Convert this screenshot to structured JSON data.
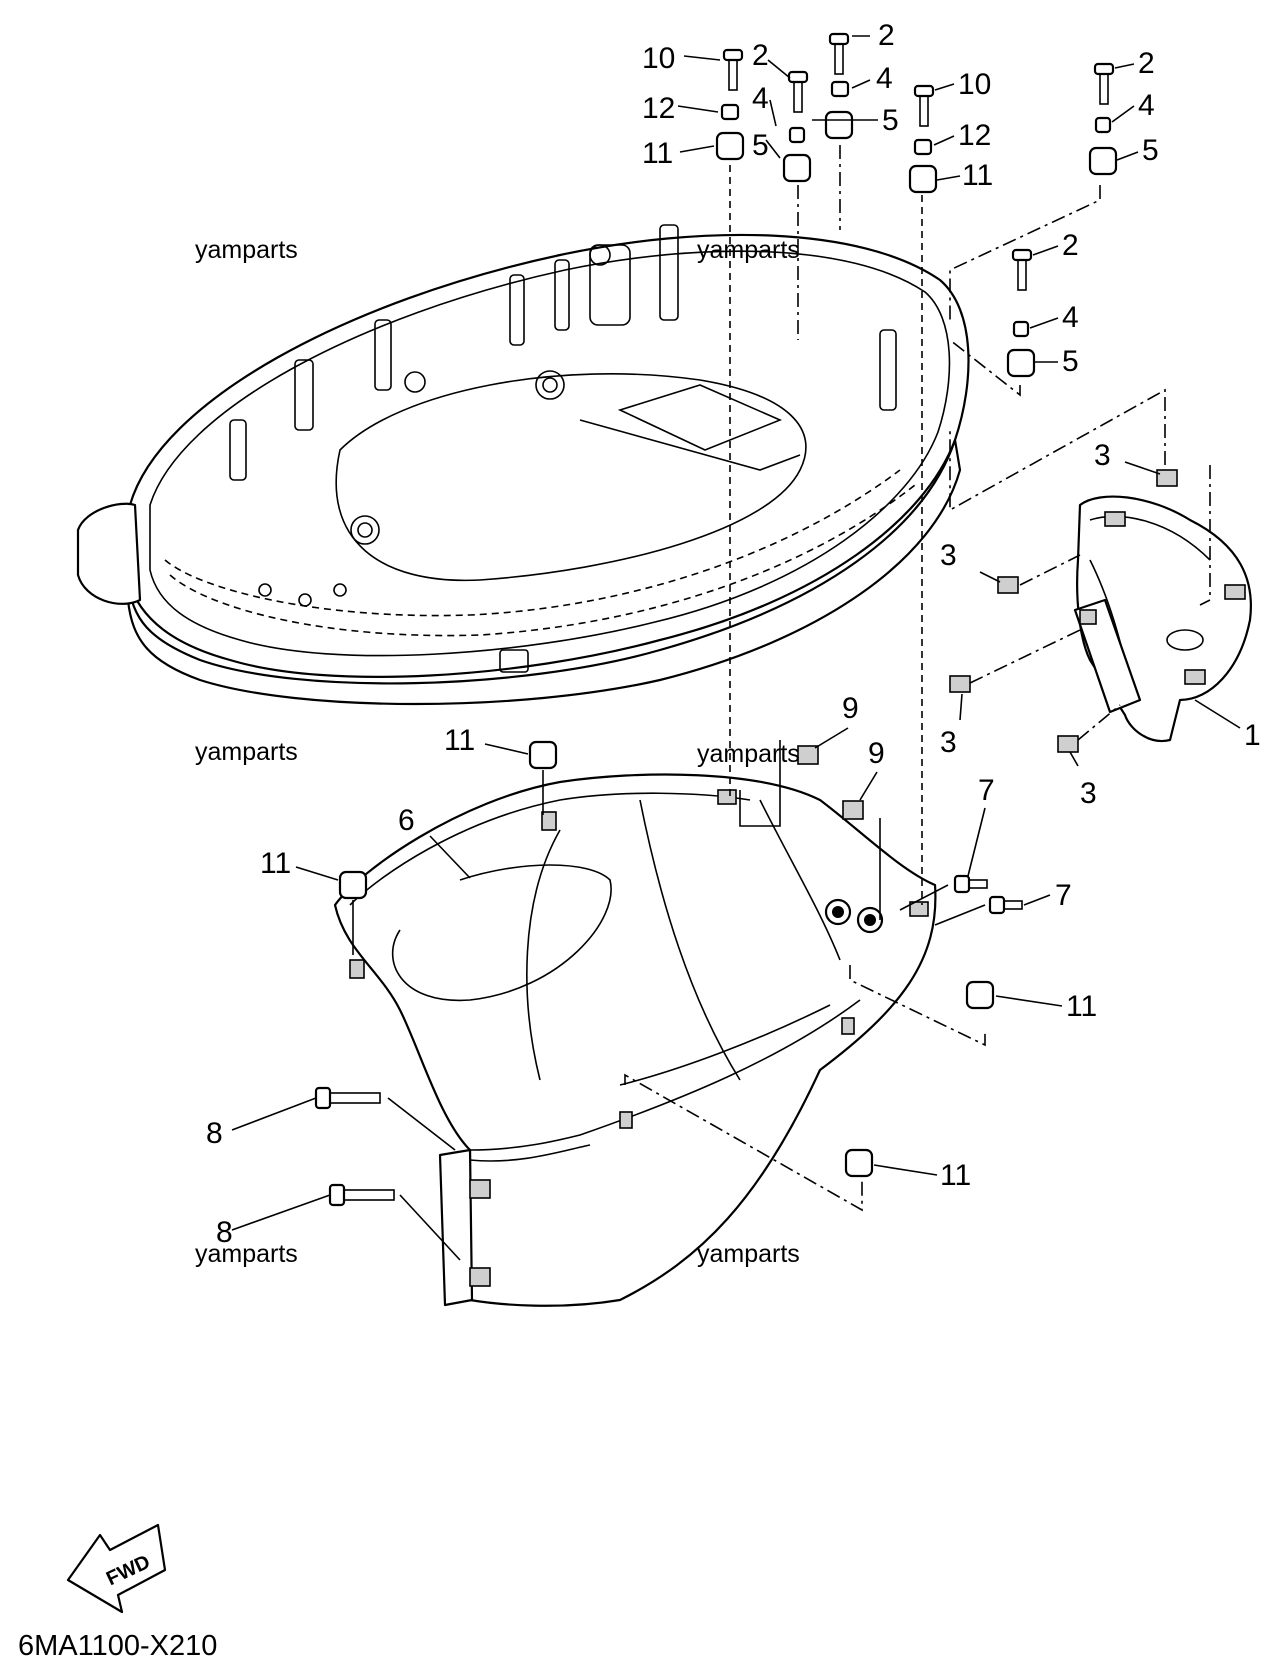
{
  "diagram_code": "6MA1100-X210",
  "direction_badge": "FWD",
  "watermarks": [
    "yamparts",
    "yamparts",
    "yamparts",
    "yamparts",
    "yamparts",
    "yamparts"
  ],
  "callouts": {
    "c2a": "2",
    "c2b": "2",
    "c2c": "2",
    "c2d": "2",
    "c4a": "4",
    "c4b": "4",
    "c4c": "4",
    "c4d": "4",
    "c5a": "5",
    "c5b": "5",
    "c5c": "5",
    "c5d": "5",
    "c10a": "10",
    "c10b": "10",
    "c12a": "12",
    "c12b": "12",
    "c11a": "11",
    "c11b": "11",
    "c11c": "11",
    "c11d": "11",
    "c11e": "11",
    "c11f": "11",
    "c3a": "3",
    "c3b": "3",
    "c3c": "3",
    "c3d": "3",
    "c1": "1",
    "c9a": "9",
    "c9b": "9",
    "c7a": "7",
    "c7b": "7",
    "c6": "6",
    "c8a": "8",
    "c8b": "8"
  }
}
